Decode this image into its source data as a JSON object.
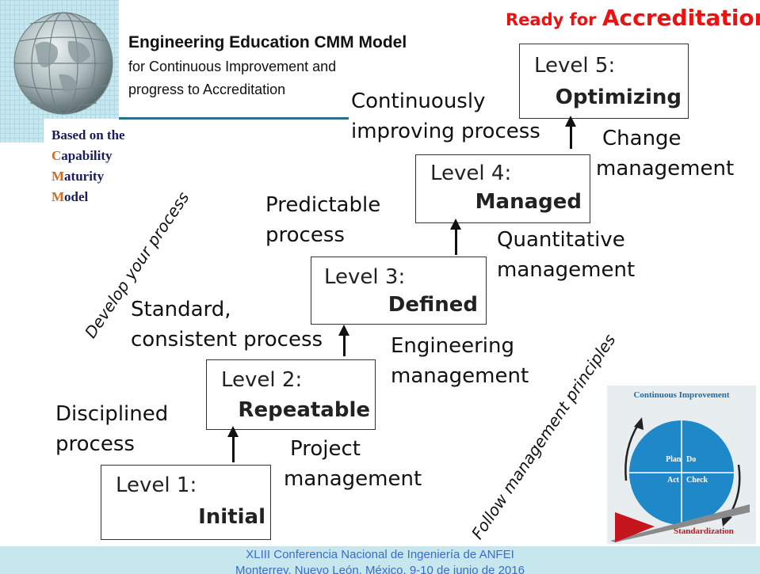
{
  "header": {
    "ready_prefix": "Ready for ",
    "ready_big": "Accreditation",
    "title": "Engineering Education CMM Model",
    "subtitle_line1": "for Continuous Improvement and",
    "subtitle_line2": "progress to Accreditation"
  },
  "based_on": {
    "line1": "Based on the",
    "items": [
      {
        "first": "C",
        "rest": "apability"
      },
      {
        "first": "M",
        "rest": "aturity"
      },
      {
        "first": "M",
        "rest": "odel"
      }
    ]
  },
  "levels": [
    {
      "label": "Level 1:",
      "name": "Initial"
    },
    {
      "label": "Level 2:",
      "name": "Repeatable"
    },
    {
      "label": "Level 3:",
      "name": "Defined"
    },
    {
      "label": "Level 4:",
      "name": "Managed"
    },
    {
      "label": "Level 5:",
      "name": "Optimizing"
    }
  ],
  "process_labels": {
    "disciplined": [
      "Disciplined",
      "process"
    ],
    "standard": [
      "Standard,",
      "consistent process"
    ],
    "predictable": [
      "Predictable",
      "process"
    ],
    "continuous": [
      "Continuously",
      "improving process"
    ]
  },
  "management_labels": {
    "project": [
      "Project",
      "management"
    ],
    "engineering": [
      "Engineering",
      "management"
    ],
    "quantitative": [
      "Quantitative",
      "management"
    ],
    "change": [
      "Change",
      "management"
    ]
  },
  "rotated": {
    "develop": "Develop your process",
    "follow": "Follow management principles"
  },
  "pdca": {
    "title": "Continuous Improvement",
    "plan": "Plan",
    "do": "Do",
    "act": "Act",
    "check": "Check",
    "standardization": "Standardization"
  },
  "footer": {
    "line1": "XLIII Conferencia Nacional de Ingeniería de ANFEI",
    "line2": "Monterrey, Nuevo León, México, 9-10 de junio de 2016"
  }
}
